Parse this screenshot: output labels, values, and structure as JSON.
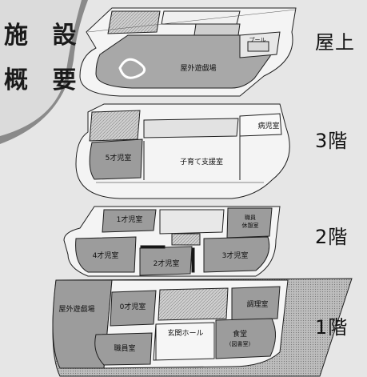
{
  "header": {
    "title_line1": "施設",
    "title_line2": "概要",
    "title_line1_visible": "施 設",
    "title_line2_visible": "概 要"
  },
  "floors": {
    "roof": {
      "label": "屋上",
      "rooms": {
        "outdoor_playground": "屋外遊戯場",
        "pool": "プール"
      }
    },
    "third": {
      "label": "3階",
      "rooms": {
        "sick_child_room": "病児室",
        "age5_room": "5才児室",
        "childcare_support_room": "子育て支援室"
      }
    },
    "second": {
      "label": "2階",
      "rooms": {
        "age1_room": "1才児室",
        "staff_rest_room_line1": "職員",
        "staff_rest_room_line2": "休憩室",
        "age4_room": "4才児室",
        "age2_room": "2才児室",
        "age3_room": "3才児室"
      }
    },
    "first": {
      "label": "1階",
      "rooms": {
        "outdoor_playground": "屋外遊戯場",
        "age0_room": "0才児室",
        "kitchen": "調理室",
        "entrance_hall": "玄関ホール",
        "dining_line1": "食堂",
        "dining_line2": "(図書室)",
        "staff_room": "職員室"
      }
    }
  },
  "colors": {
    "background": "#e6e6e6",
    "floor_fill": "#f4f4f4",
    "room_fill": "#9c9c9c",
    "outline": "#1e1e1e",
    "corner_wedge": "#8a8a8a"
  }
}
